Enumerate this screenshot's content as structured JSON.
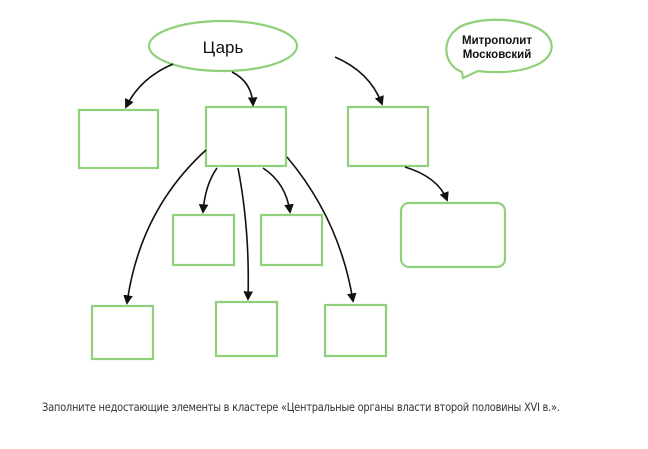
{
  "diagram": {
    "root": "Царь",
    "side_note": [
      "Митрополит",
      "Московский"
    ],
    "empty_boxes": 9
  },
  "caption": "Заполните недостающие элементы в кластере «Центральные органы власти второй половины XVI в.».",
  "colors": {
    "node_border": "#8fd07a",
    "arrow": "#111111"
  }
}
